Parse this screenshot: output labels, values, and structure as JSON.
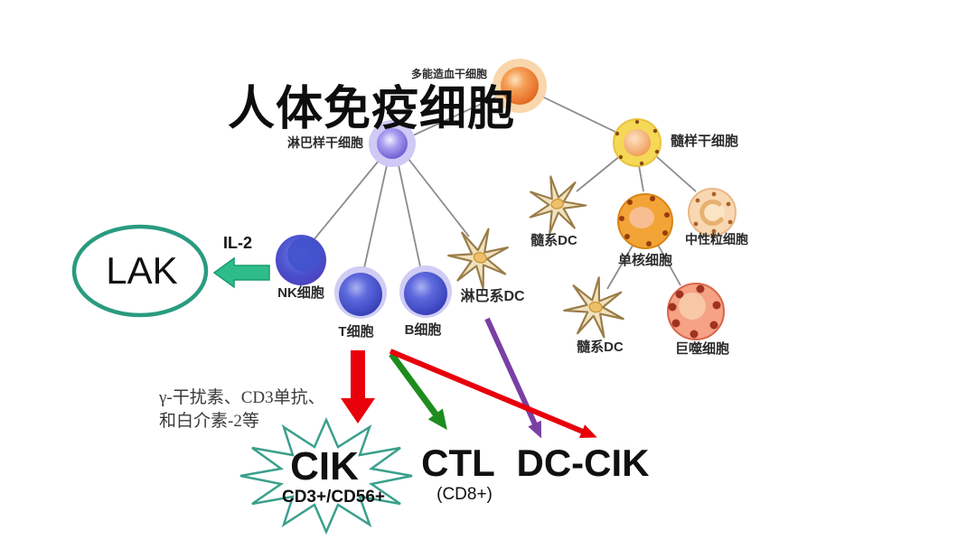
{
  "title": "人体免疫细胞",
  "nodes": {
    "hsc": {
      "label": "多能造血干细胞"
    },
    "lymphoid_stem": {
      "label": "淋巴样干细胞"
    },
    "myeloid_stem": {
      "label": "髓样干细胞"
    },
    "nk_cell": {
      "label": "NK细胞"
    },
    "t_cell": {
      "label": "T细胞"
    },
    "b_cell": {
      "label": "B细胞"
    },
    "lymphoid_dc": {
      "label": "淋巴系DC"
    },
    "myeloid_dc_upper": {
      "label": "髓系DC"
    },
    "monocyte": {
      "label": "单核细胞"
    },
    "neutrophil": {
      "label": "中性粒细胞"
    },
    "myeloid_dc_lower": {
      "label": "髓系DC"
    },
    "macrophage": {
      "label": "巨噬细胞"
    }
  },
  "annotations": {
    "lak": "LAK",
    "il2": "IL-2",
    "cytokines_line1": "γ-干扰素、CD3单抗、",
    "cytokines_line2": "和白介素-2等",
    "cik": "CIK",
    "cik_markers": "CD3+/CD56+",
    "ctl": "CTL",
    "ctl_marker": "(CD8+)",
    "dc_cik": "DC-CIK"
  },
  "colors": {
    "lak_ellipse_stroke": "#2a9b80",
    "il2_arrow_fill": "#2ebd8a",
    "red_arrow": "#e8000b",
    "green_arrow": "#1e8c1e",
    "purple_arrow": "#7a3fa5",
    "cik_star_stroke": "#3aa08c",
    "connector_gray": "#8c8c8c"
  }
}
